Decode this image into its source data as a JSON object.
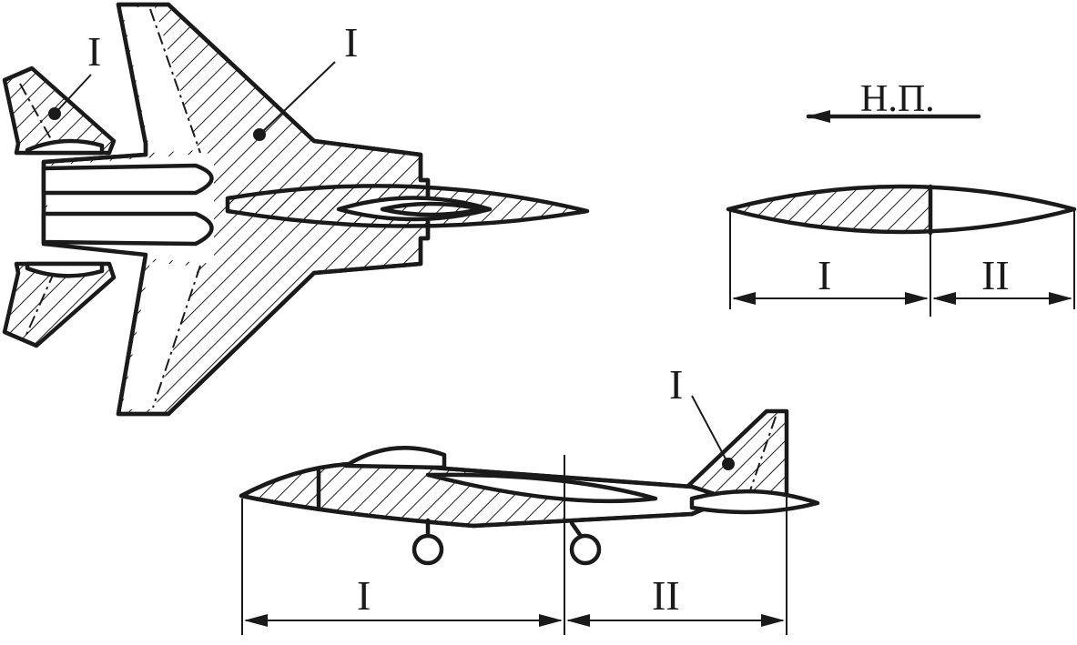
{
  "labels": {
    "zone_one": "I",
    "zone_two": "II",
    "flight_direction": "Н.П."
  },
  "colors": {
    "ink": "#1a1a1a",
    "background": "#ffffff"
  }
}
